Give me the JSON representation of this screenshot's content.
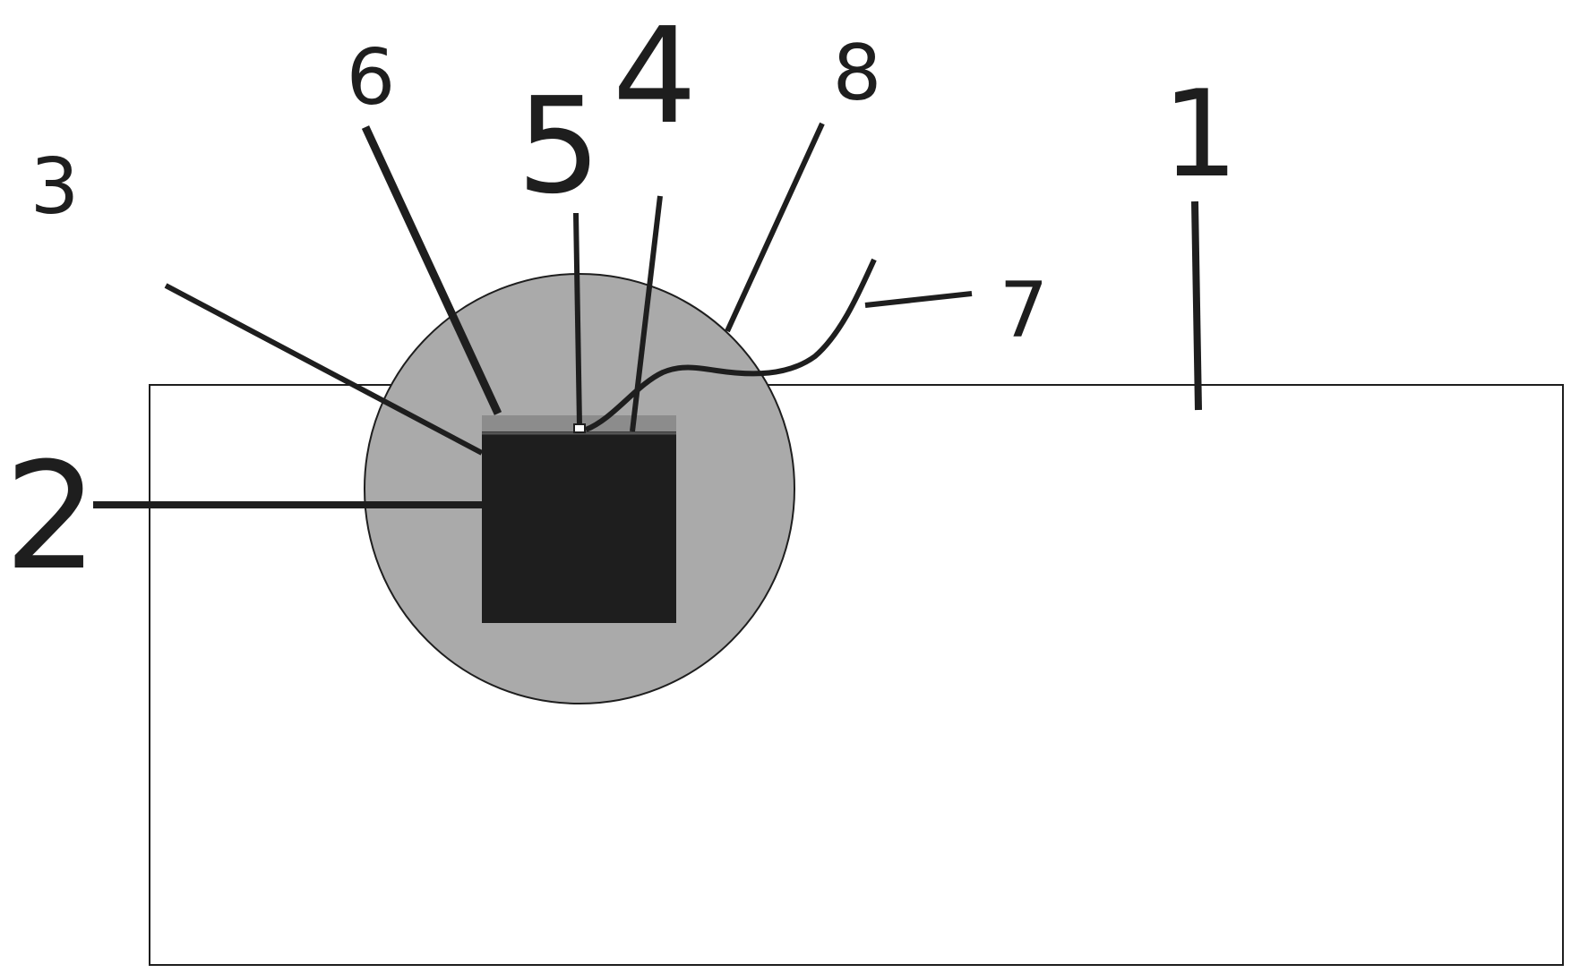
{
  "figure": {
    "colors": {
      "stroke": "#1e1e1e",
      "substrate_fill": "#ffffff",
      "disc_fill": "#aaaaaa",
      "chip_fill": "#1e1e1e",
      "chip_top_layer": "#8c8c8c"
    },
    "callouts": [
      {
        "id": "1",
        "label": "1"
      },
      {
        "id": "2",
        "label": "2"
      },
      {
        "id": "3",
        "label": "3"
      },
      {
        "id": "4",
        "label": "4"
      },
      {
        "id": "5",
        "label": "5"
      },
      {
        "id": "6",
        "label": "6"
      },
      {
        "id": "7",
        "label": "7"
      },
      {
        "id": "8",
        "label": "8"
      }
    ]
  }
}
